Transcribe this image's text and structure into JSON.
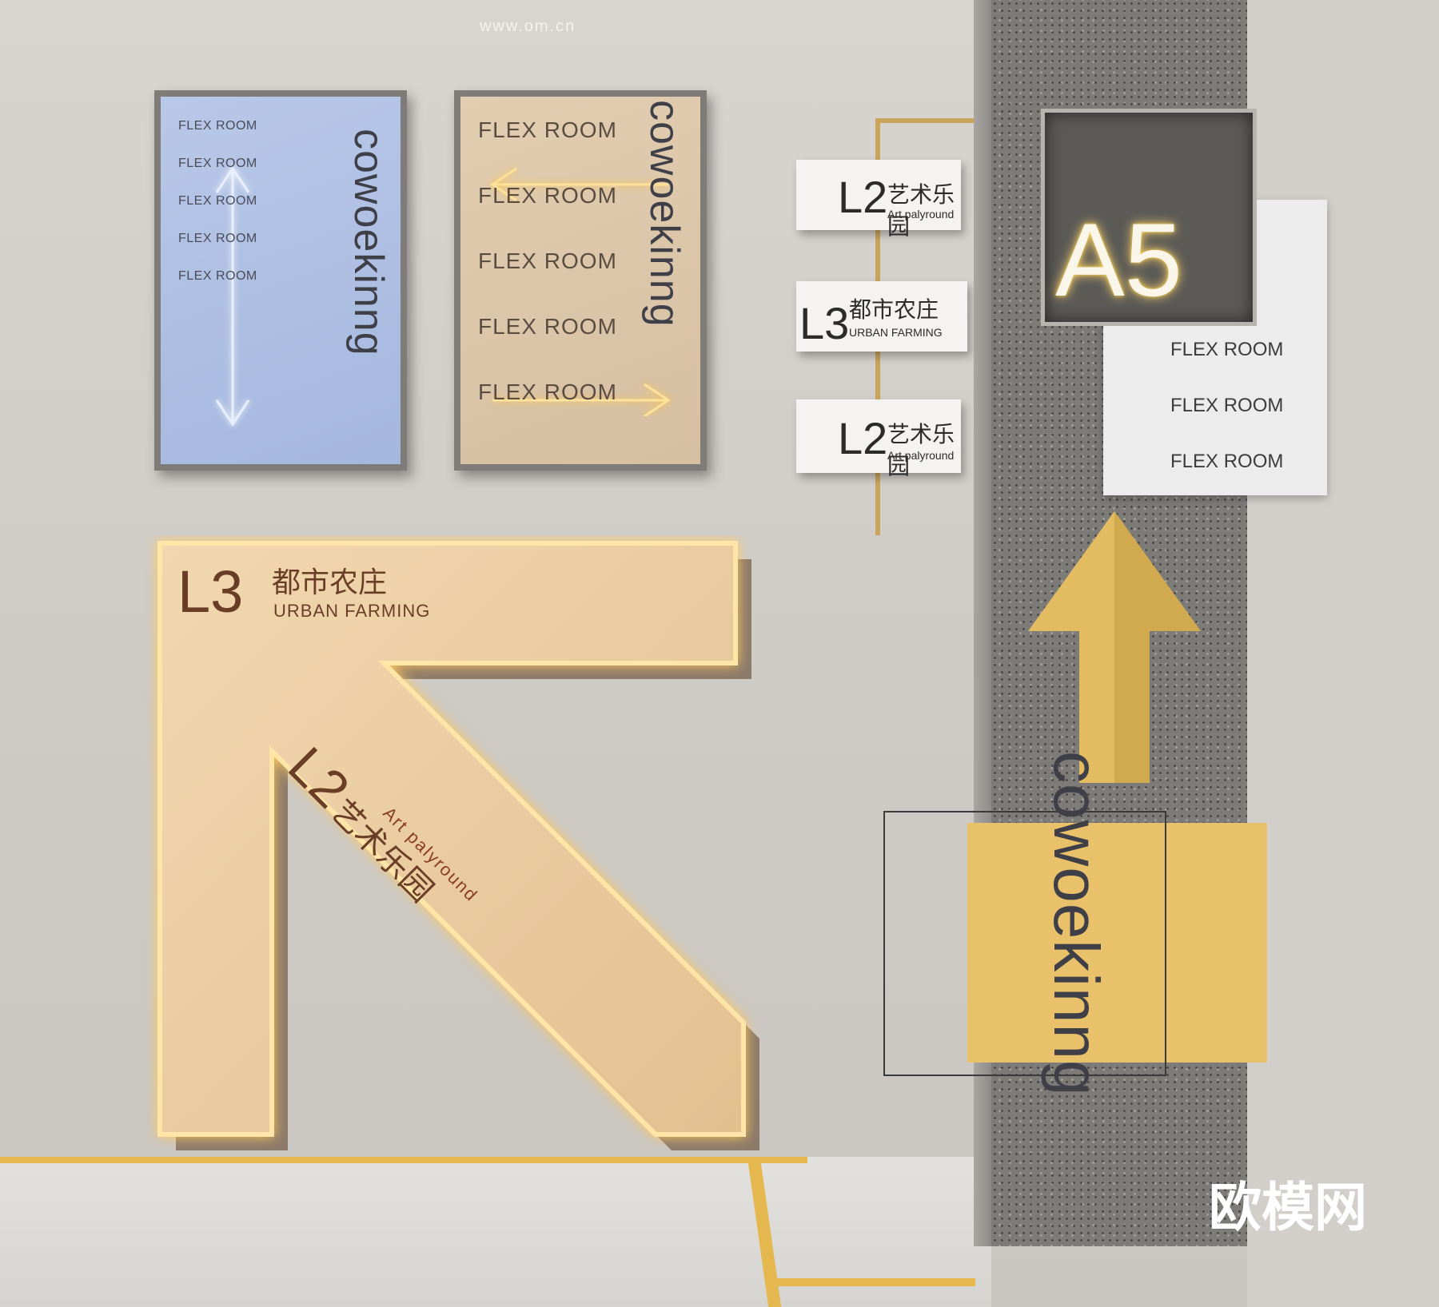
{
  "blue_panel": {
    "rows": [
      "FLEX ROOM",
      "FLEX ROOM",
      "FLEX ROOM",
      "FLEX ROOM",
      "FLEX ROOM"
    ],
    "vertical_word": "cowoekinng"
  },
  "beige_panel": {
    "rows": [
      "FLEX ROOM",
      "FLEX ROOM",
      "FLEX ROOM",
      "FLEX ROOM",
      "FLEX ROOM"
    ],
    "vertical_word": "cowoekinng"
  },
  "floor_arrow": {
    "l3_level": "L3",
    "l3_zh": "都市农庄",
    "l3_en": "URBAN FARMING",
    "l2_level": "L2",
    "l2_zh": "艺术乐园",
    "l2_en": "Art palyround"
  },
  "hanging_signs": [
    {
      "level": "L2",
      "zh": "艺术乐园",
      "en": "Art palyround"
    },
    {
      "level": "L3",
      "zh": "都市农庄",
      "en": "URBAN FARMING"
    },
    {
      "level": "L2",
      "zh": "艺术乐园",
      "en": "Art palyround"
    }
  ],
  "column": {
    "room_code": "A5",
    "rows": [
      "FLEX ROOM",
      "FLEX ROOM",
      "FLEX ROOM"
    ],
    "vertical_word": "cowoekinng"
  },
  "watermarks": {
    "brand": "欧模网",
    "url": "www.om.cn"
  },
  "colors": {
    "gold": "#e4b84f",
    "glow": "#ffd86b",
    "blue_panel": "#b9c8e8",
    "beige_panel": "#e2cdb1",
    "concrete": "#7d7b78"
  }
}
